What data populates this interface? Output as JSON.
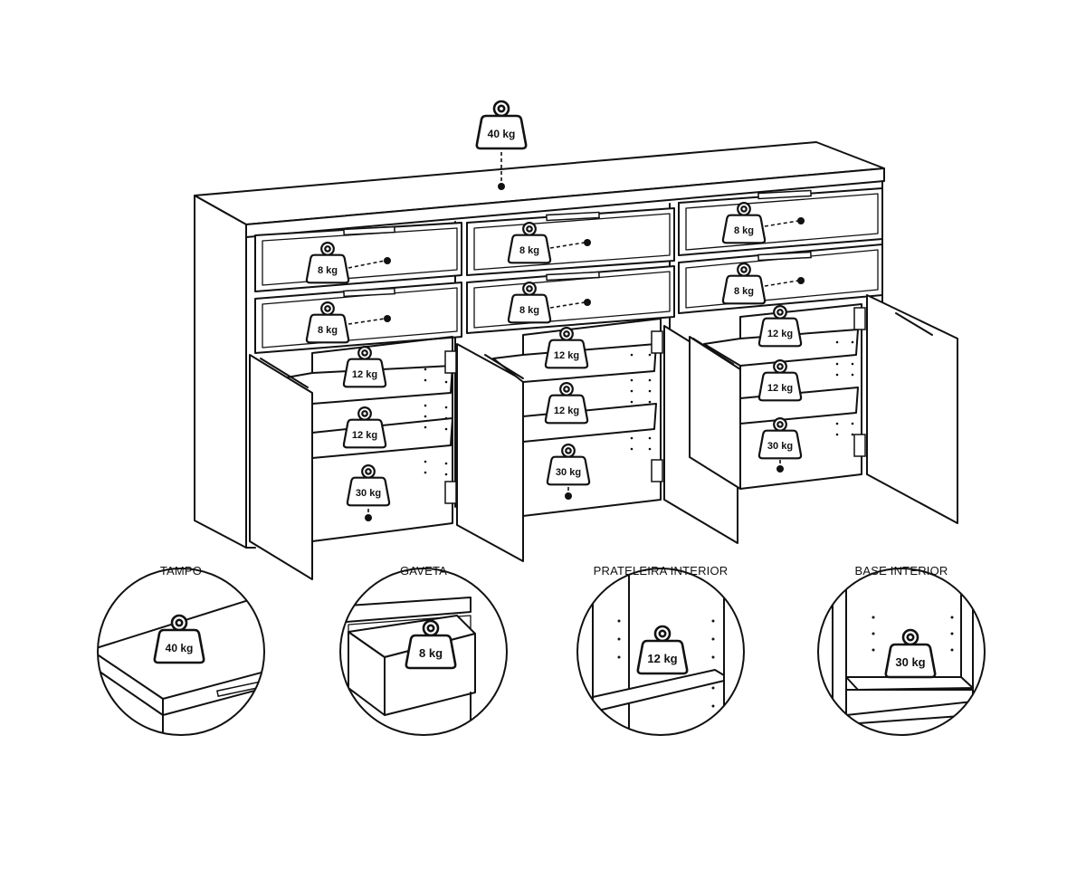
{
  "weights": {
    "top": "40 kg",
    "drawer": "8 kg",
    "shelf": "12 kg",
    "base": "30 kg"
  },
  "details": [
    {
      "caption": "TAMPO",
      "weight": "40 kg"
    },
    {
      "caption": "GAVETA",
      "weight": "8 kg"
    },
    {
      "caption": "PRATELEIRA INTERIOR",
      "weight": "12 kg"
    },
    {
      "caption": "BASE INTERIOR",
      "weight": "30 kg"
    }
  ]
}
